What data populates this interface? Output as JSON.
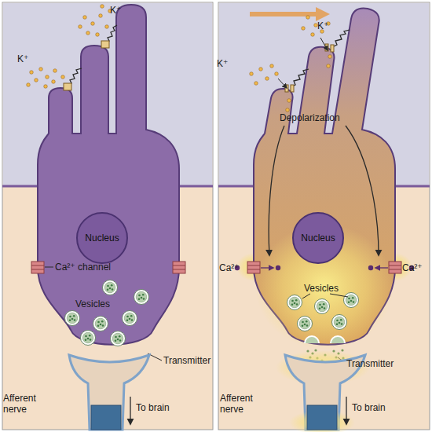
{
  "diagram": {
    "nodes": [
      {
        "text": [
          "Nucleus"
        ]
      },
      {
        "text": [
          "Nucleus"
        ]
      }
    ],
    "labels": [
      "K⁺",
      "K⁺",
      "Ca²⁺ channel",
      "Vesicles",
      "Transmitter",
      "Afferent nerve",
      "To brain",
      "K⁺",
      "K⁺",
      "Depolarization",
      "Ca²⁺",
      "Ca²⁺",
      "Vesicles",
      "Transmitter",
      "Afferent nerve",
      "To brain"
    ]
  }
}
